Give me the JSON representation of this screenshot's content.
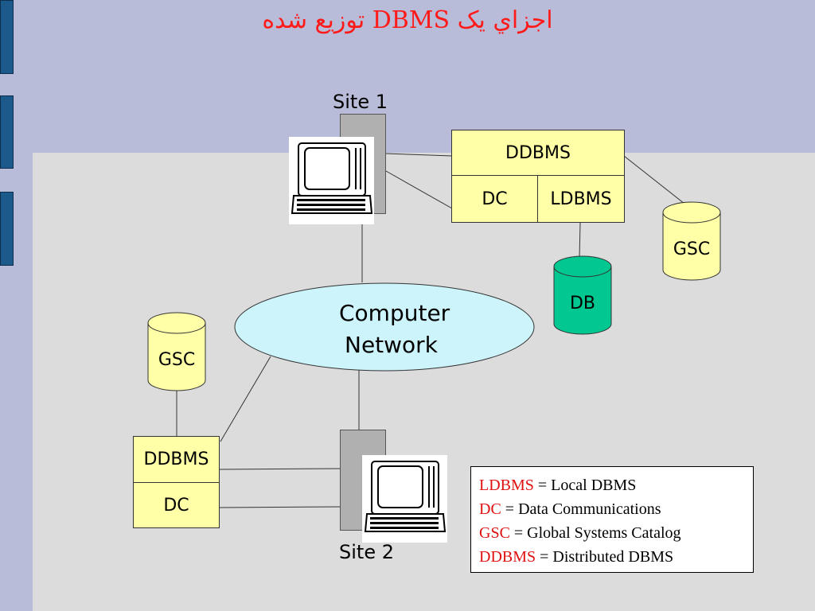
{
  "title": "اجزاي يک DBMS توزيع شده",
  "site1": {
    "label": "Site 1",
    "box": {
      "top": "DDBMS",
      "left": "DC",
      "right": "LDBMS"
    }
  },
  "site2": {
    "label": "Site 2",
    "box": {
      "top": "DDBMS",
      "bottom": "DC"
    }
  },
  "network": {
    "line1": "Computer",
    "line2": "Network"
  },
  "db_cylinder": "DB",
  "gsc_right": "GSC",
  "gsc_left": "GSC",
  "legend": [
    {
      "abbr": "LDBMS",
      "text": " = Local DBMS"
    },
    {
      "abbr": "DC",
      "text": " = Data Communications"
    },
    {
      "abbr": "GSC",
      "text": " = Global Systems Catalog"
    },
    {
      "abbr": "DDBMS",
      "text": " = Distributed DBMS"
    }
  ],
  "colors": {
    "background": "#b8bcd8",
    "panel": "#dcdcdc",
    "title": "#ff1a1a",
    "box_fill": "#ffffa8",
    "cylinder_yellow": "#ffffa8",
    "cylinder_green": "#00c890",
    "network_fill": "#ccf4fa",
    "legend_abbr": "#e01010"
  }
}
